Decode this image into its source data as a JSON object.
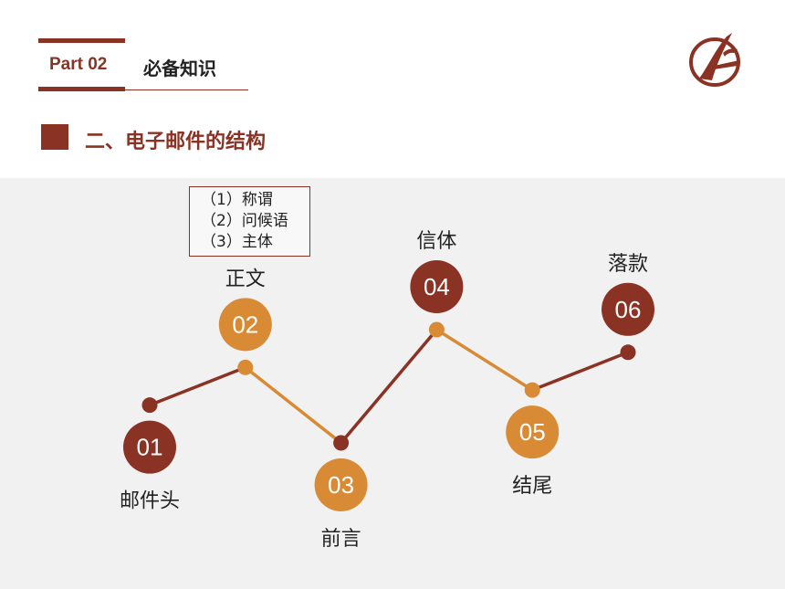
{
  "header": {
    "part_label": "Part 02",
    "part_title": "必备知识",
    "accent_color": "#8a3324",
    "logo_icon": "university-logo-icon"
  },
  "section": {
    "title": "二、电子邮件的结构"
  },
  "sub_items": [
    "（1）称谓",
    "（2）问候语",
    "（3）主体"
  ],
  "colors": {
    "brown": "#8a3324",
    "orange": "#d98a35",
    "panel": "#f1f1f1"
  },
  "chart_data": {
    "type": "line",
    "x": [
      1,
      2,
      3,
      4,
      5,
      6
    ],
    "values": [
      1,
      2,
      0,
      3,
      1.4,
      2.4
    ],
    "ylim": [
      0,
      3
    ],
    "badges": [
      "01",
      "02",
      "03",
      "04",
      "05",
      "06"
    ],
    "labels": [
      "邮件头",
      "正文",
      "前言",
      "信体",
      "结尾",
      "落款"
    ],
    "badge_colors": [
      "#8a3324",
      "#d98a35",
      "#d98a35",
      "#8a3324",
      "#d98a35",
      "#8a3324"
    ],
    "segment_colors": [
      "#8a3324",
      "#d98a35",
      "#8a3324",
      "#d98a35",
      "#8a3324"
    ],
    "badge_positions": [
      "below",
      "above",
      "below",
      "above",
      "below",
      "above"
    ]
  }
}
